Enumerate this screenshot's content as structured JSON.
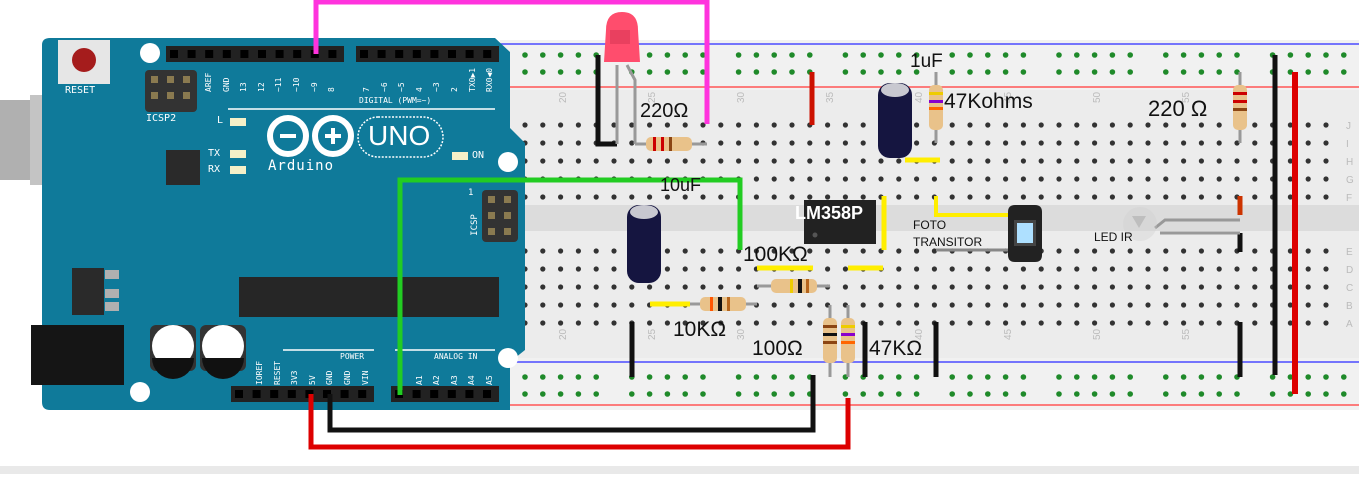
{
  "title": "Arduino UNO IR proximity sensor circuit (LM358P amplifier)",
  "arduino": {
    "brand": "Arduino",
    "model": "UNO",
    "reset_label": "RESET",
    "icsp2_label": "ICSP2",
    "icsp_label": "ICSP",
    "icsp_pin1": "1",
    "led_labels": {
      "l": "L",
      "tx": "TX",
      "rx": "RX",
      "on": "ON"
    },
    "digital_header_label": "DIGITAL (PWM=~)",
    "digital_pins": [
      "AREF",
      "GND",
      "13",
      "12",
      "~11",
      "~10",
      "~9",
      "8",
      "7",
      "~6",
      "~5",
      "4",
      "~3",
      "2",
      "TX0▶1",
      "RX0◀0"
    ],
    "power_header_label": "POWER",
    "power_pins": [
      "IOREF",
      "RESET",
      "3V3",
      "5V",
      "GND",
      "GND",
      "VIN"
    ],
    "analog_header_label": "ANALOG IN",
    "analog_pins": [
      "A0",
      "A1",
      "A2",
      "A3",
      "A4",
      "A5"
    ],
    "board_color": "#0f7a9a"
  },
  "breadboard": {
    "column_numbers": [
      "20",
      "25",
      "30",
      "35",
      "40",
      "45",
      "50",
      "55"
    ],
    "row_letters_top": [
      "J",
      "I",
      "H",
      "G",
      "F"
    ],
    "row_letters_bottom": [
      "E",
      "D",
      "C",
      "B",
      "A"
    ]
  },
  "components": [
    {
      "id": "led-red",
      "label": "",
      "type": "LED",
      "color": "#ff4d6d"
    },
    {
      "id": "r-220-left",
      "label": "220Ω",
      "type": "resistor"
    },
    {
      "id": "c-10uf",
      "label": "10uF",
      "type": "electrolytic capacitor"
    },
    {
      "id": "r-100k",
      "label": "100KΩ",
      "type": "resistor"
    },
    {
      "id": "r-10k",
      "label": "10KΩ",
      "type": "resistor"
    },
    {
      "id": "ic-lm358",
      "label": "LM358P",
      "type": "op-amp IC"
    },
    {
      "id": "r-100",
      "label": "100Ω",
      "type": "resistor"
    },
    {
      "id": "r-47k-bottom",
      "label": "47KΩ",
      "type": "resistor"
    },
    {
      "id": "c-1uf",
      "label": "1uF",
      "type": "electrolytic capacitor"
    },
    {
      "id": "r-47k-top",
      "label": "47Kohms",
      "type": "resistor"
    },
    {
      "id": "phototransistor",
      "label_line1": "FOTO",
      "label_line2": "TRANSITOR",
      "type": "phototransistor"
    },
    {
      "id": "led-ir",
      "label": "LED IR",
      "type": "IR LED"
    },
    {
      "id": "r-220-right",
      "label": "220 Ω",
      "type": "resistor"
    }
  ],
  "wire_colors": {
    "signal_pwm": "#ff33dd",
    "analog": "#22cc22",
    "power": "#dd0000",
    "ground": "#111111",
    "jumper": "#ffee00"
  }
}
